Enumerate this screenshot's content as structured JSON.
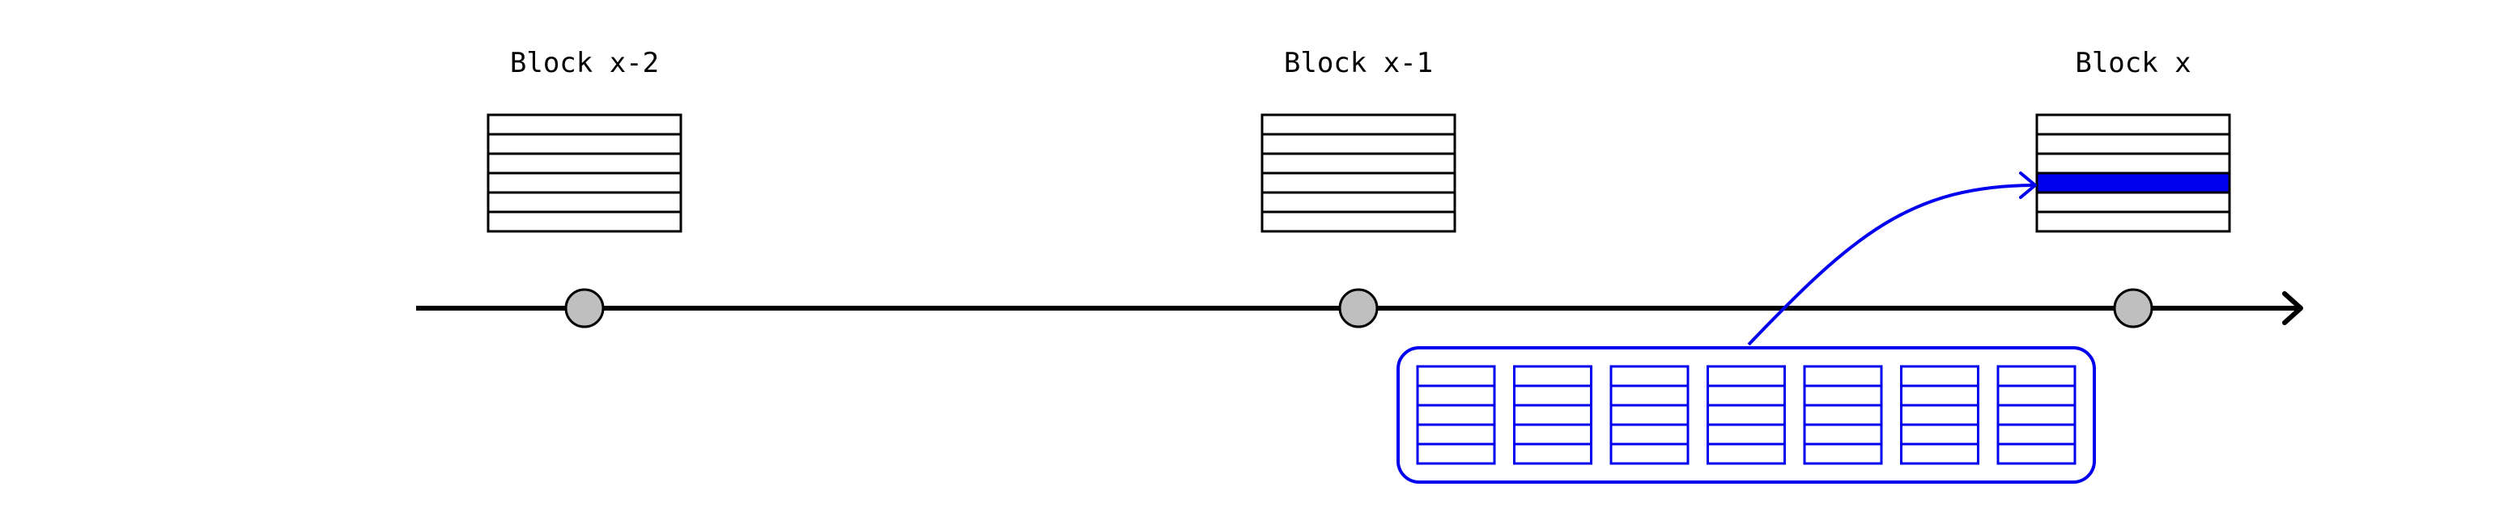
{
  "blocks": [
    {
      "label": "Block x-2",
      "rows": 6,
      "highlighted_row": null
    },
    {
      "label": "Block x-1",
      "rows": 6,
      "highlighted_row": null
    },
    {
      "label": "Block x",
      "rows": 6,
      "highlighted_row": 3
    }
  ],
  "mempool": {
    "transactions": 7,
    "rows_per_transaction": 5,
    "selected_transaction": 4
  },
  "colors": {
    "ink": "#000000",
    "highlight": "#0000ee",
    "node_fill": "#bfbfbf",
    "background": "#ffffff"
  }
}
